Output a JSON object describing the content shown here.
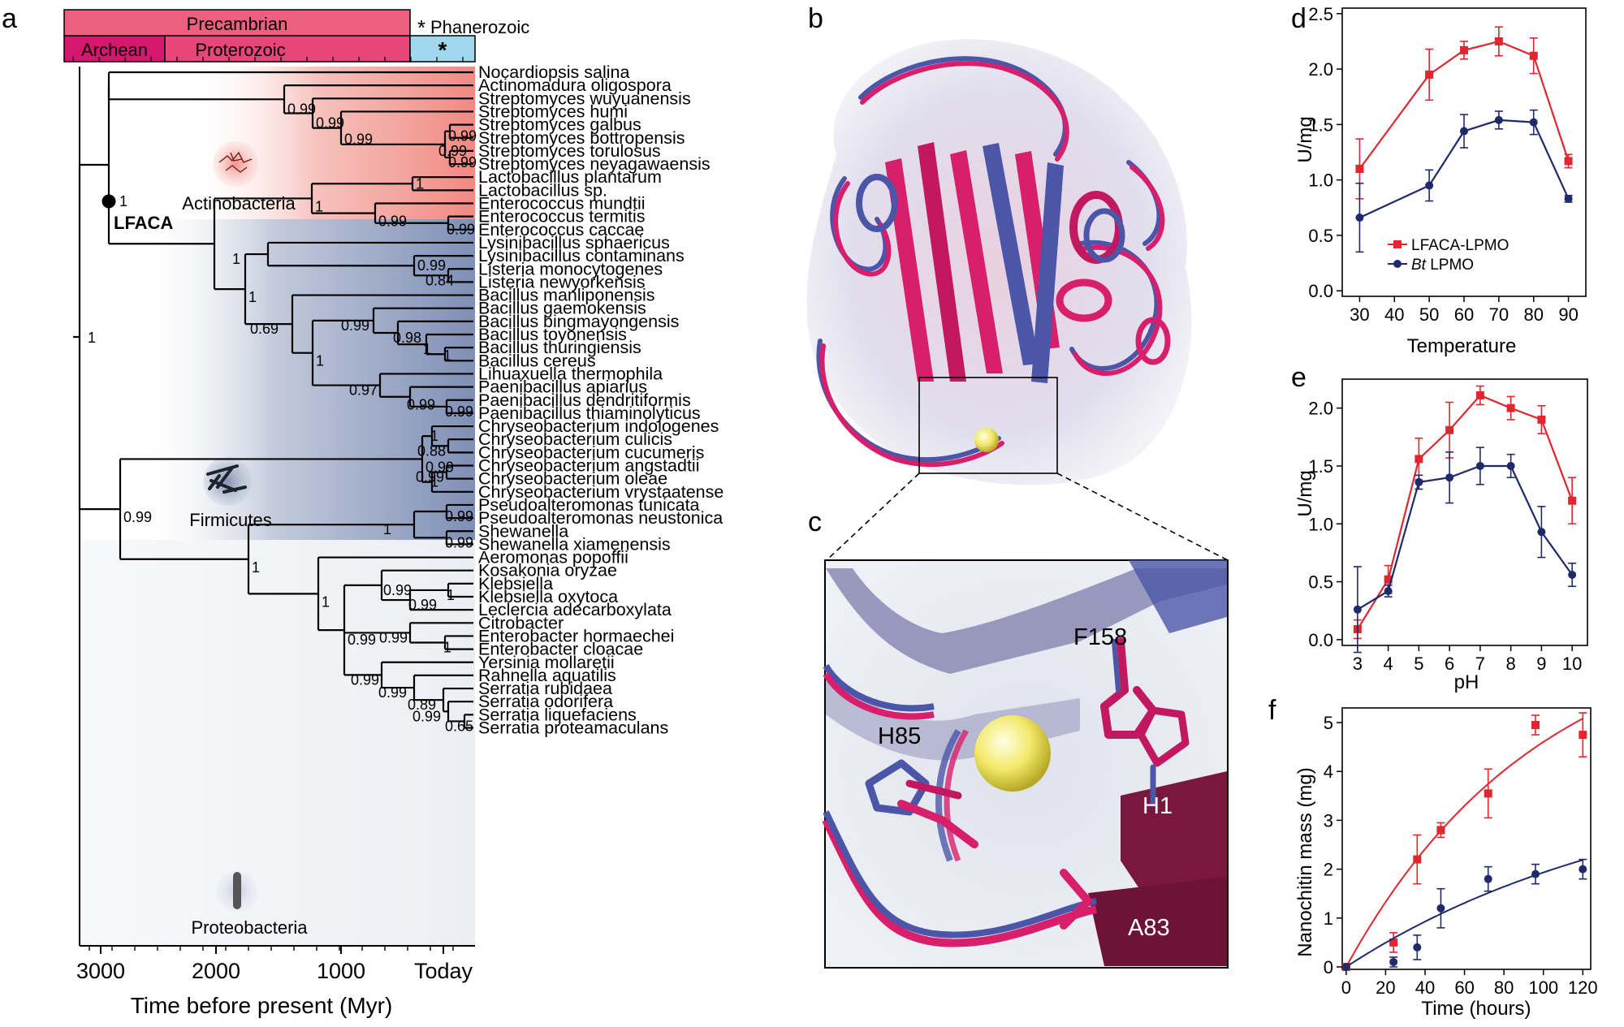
{
  "panel_letters": [
    "a",
    "b",
    "c",
    "d",
    "e",
    "f"
  ],
  "timescale": {
    "eons": [
      {
        "label": "Precambrian"
      },
      {
        "label": "Phanerozoic"
      }
    ],
    "sub_eons": [
      {
        "label": "Archean"
      },
      {
        "label": "Proterozoic"
      },
      {
        "label": "*"
      }
    ],
    "phanerozoic_marker": "*",
    "x_ticks": [
      "3000",
      "2000",
      "1000",
      "Today"
    ],
    "x_label": "Time before present (Myr)",
    "root_support": "1",
    "colors": {
      "precambrian": "#ec5f7e",
      "archean": "#d6176f",
      "proterozoic": "#e8457a",
      "phanerozoic": "#9fd8ef"
    }
  },
  "tree": {
    "ancestor_label": "LFACA",
    "ancestor_support": "1",
    "taxa": [
      "Nocardiopsis salina",
      "Actinomadura oligospora",
      "Streptomyces wuyuanensis",
      "Streptomyces humi",
      "Streptomyces galbus",
      "Streptomyces bottropensis",
      "Streptomyces torulosus",
      "Streptomyces neyagawaensis",
      "Lactobacillus plantarum",
      "Lactobacillus sp.",
      "Enterococcus mundtii",
      "Enterococcus termitis",
      "Enterococcus caccae",
      "Lysinibacillus sphaericus",
      "Lysinibacillus contaminans",
      "Listeria monocytogenes",
      "Listeria newyorkensis",
      "Bacillus manliponensis",
      "Bacillus gaemokensis",
      "Bacillus bingmayongensis",
      "Bacillus toyonensis",
      "Bacillus thuringiensis",
      "Bacillus cereus",
      "Lihuaxuella thermophila",
      "Paenibacillus apiarius",
      "Paenibacillus dendritiformis",
      "Paenibacillus thiaminolyticus",
      "Chryseobacterium indologenes",
      "Chryseobacterium culicis",
      "Chryseobacterium cucumeris",
      "Chryseobacterium angstadtii",
      "Chryseobacterium oleae",
      "Chryseobacterium vrystaatense",
      "Pseudoalteromonas tunicata",
      "Pseudoalteromonas neustonica",
      "Shewanella",
      "Shewanella xiamenensis",
      "Aeromonas popoffii",
      "Kosakonia oryzae",
      "Klebsiella",
      "Klebsiella oxytoca",
      "Leclercia adecarboxylata",
      "Citrobacter",
      "Enterobacter hormaechei",
      "Enterobacter cloacae",
      "Yersinia mollaretii",
      "Rahnella aquatilis",
      "Serratia rubidaea",
      "Serratia odorifera",
      "Serratia liquefaciens",
      "Serratia proteamaculans"
    ],
    "support_values": [
      "1",
      "0.99",
      "0.99",
      "0.99",
      "0.99",
      "0.99",
      "0.99",
      "1",
      "1",
      "0.99",
      "0.99",
      "1",
      "1",
      "0.99",
      "0.84",
      "0.69",
      "0.99",
      "0.99",
      "0.98",
      "1",
      "1",
      "1",
      "0.97",
      "0.99",
      "0.99",
      "0.88",
      "1",
      "1",
      "0.99",
      "0.99",
      "1",
      "0.99",
      "0.99",
      "0.99",
      "1",
      "1",
      "0.99",
      "1",
      "0.99",
      "1",
      "0.99",
      "0.99",
      "0.99",
      "0.89",
      "0.99",
      "0.65"
    ],
    "groups": [
      {
        "label": "Actinobacteria",
        "color": "#f2a09a"
      },
      {
        "label": "Firmicutes",
        "color": "#8898bb"
      },
      {
        "label": "Proteobacteria",
        "color": "#e6eaf0"
      }
    ]
  },
  "structure": {
    "residues": [
      "F158",
      "H85",
      "H1",
      "A83"
    ],
    "colors": {
      "lfaca": "#d81f6b",
      "bt": "#4b56a8",
      "copper": "#f4ec6a"
    }
  },
  "chart_data": [
    {
      "type": "line",
      "panel": "d",
      "x": [
        30,
        50,
        60,
        70,
        80,
        90
      ],
      "series": [
        {
          "name": "LFACA-LPMO",
          "color": "#e0262f",
          "values": [
            1.1,
            1.95,
            2.17,
            2.25,
            2.12,
            1.17
          ],
          "errors": [
            0.27,
            0.23,
            0.08,
            0.13,
            0.16,
            0.06
          ]
        },
        {
          "name": "Bt LPMO",
          "name_italic": "Bt",
          "name_rest": " LPMO",
          "color": "#1f2a6b",
          "values": [
            0.66,
            0.95,
            1.44,
            1.54,
            1.52,
            0.83
          ],
          "errors": [
            0.31,
            0.14,
            0.15,
            0.08,
            0.11,
            0.03
          ]
        }
      ],
      "xlabel": "Temperature",
      "ylabel": "U/mg",
      "xticks": [
        30,
        40,
        50,
        60,
        70,
        80,
        90
      ],
      "yticks": [
        "0.0",
        "0.5",
        "1.0",
        "1.5",
        "2.0",
        "2.5"
      ],
      "xlim": [
        25,
        95
      ],
      "ylim": [
        -0.05,
        2.55
      ],
      "legend": "bottom-right"
    },
    {
      "type": "line",
      "panel": "e",
      "x": [
        3,
        4,
        5,
        6,
        7,
        8,
        9,
        10
      ],
      "series": [
        {
          "name": "LFACA-LPMO",
          "color": "#e0262f",
          "values": [
            0.09,
            0.52,
            1.56,
            1.81,
            2.11,
            2.0,
            1.9,
            1.2
          ],
          "errors": [
            0.08,
            0.12,
            0.18,
            0.24,
            0.08,
            0.1,
            0.12,
            0.2
          ]
        },
        {
          "name": "Bt LPMO",
          "color": "#1f2a6b",
          "values": [
            0.26,
            0.42,
            1.36,
            1.4,
            1.5,
            1.5,
            0.93,
            0.56
          ],
          "errors": [
            0.37,
            0.05,
            0.06,
            0.22,
            0.16,
            0.1,
            0.22,
            0.1
          ]
        }
      ],
      "xlabel": "pH",
      "ylabel": "U/mg",
      "xticks": [
        3,
        4,
        5,
        6,
        7,
        8,
        9,
        10
      ],
      "yticks": [
        "0.0",
        "0.5",
        "1.0",
        "1.5",
        "2.0"
      ],
      "xlim": [
        2.5,
        10.5
      ],
      "ylim": [
        -0.05,
        2.25
      ]
    },
    {
      "type": "scatter",
      "panel": "f",
      "x": [
        0,
        24,
        36,
        48,
        72,
        96,
        120
      ],
      "series": [
        {
          "name": "LFACA-LPMO",
          "color": "#e0262f",
          "values": [
            0,
            0.5,
            2.2,
            2.8,
            3.55,
            4.95,
            4.75
          ],
          "errors": [
            0,
            0.2,
            0.5,
            0.15,
            0.5,
            0.2,
            0.45
          ],
          "fit_a": 7.2,
          "fit_k": 0.0102
        },
        {
          "name": "Bt LPMO",
          "color": "#1f2a6b",
          "values": [
            0,
            0.1,
            0.4,
            1.2,
            1.8,
            1.9,
            2.0
          ],
          "errors": [
            0,
            0.1,
            0.25,
            0.4,
            0.25,
            0.2,
            0.2
          ],
          "fit_a": 4.0,
          "fit_k": 0.0066
        }
      ],
      "xlabel": "Time (hours)",
      "ylabel": "Nanochitin mass (mg)",
      "xticks": [
        0,
        20,
        40,
        60,
        80,
        100,
        120
      ],
      "yticks": [
        "0",
        "1",
        "2",
        "3",
        "4",
        "5"
      ],
      "xlim": [
        -2,
        124
      ],
      "ylim": [
        -0.05,
        5.3
      ]
    }
  ]
}
